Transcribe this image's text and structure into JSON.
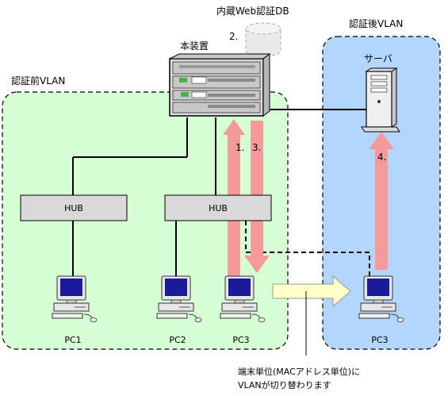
{
  "labels": {
    "db_title": "内蔵Web認証DB",
    "step2": "2.",
    "device": "本装置",
    "after_vlan": "認証後VLAN",
    "server": "サーバ",
    "before_vlan": "認証前VLAN",
    "step1": "1.",
    "step3": "3.",
    "step4": "4.",
    "hub_left": "HUB",
    "hub_right": "HUB",
    "pc1": "PC1",
    "pc2": "PC2",
    "pc3": "PC3",
    "pc3_after": "PC3",
    "note_line1": "端末単位(MACアドレス単位)に",
    "note_line2": "VLANが切り替わります"
  },
  "colors": {
    "before_vlan_fill": "#d6ffd6",
    "after_vlan_fill": "#b3d6ff",
    "arrow": "#f59a9a",
    "move_arrow": "#ffffc8",
    "hub_fill": "#d9d9d9",
    "screen": "#1a1a9a"
  }
}
